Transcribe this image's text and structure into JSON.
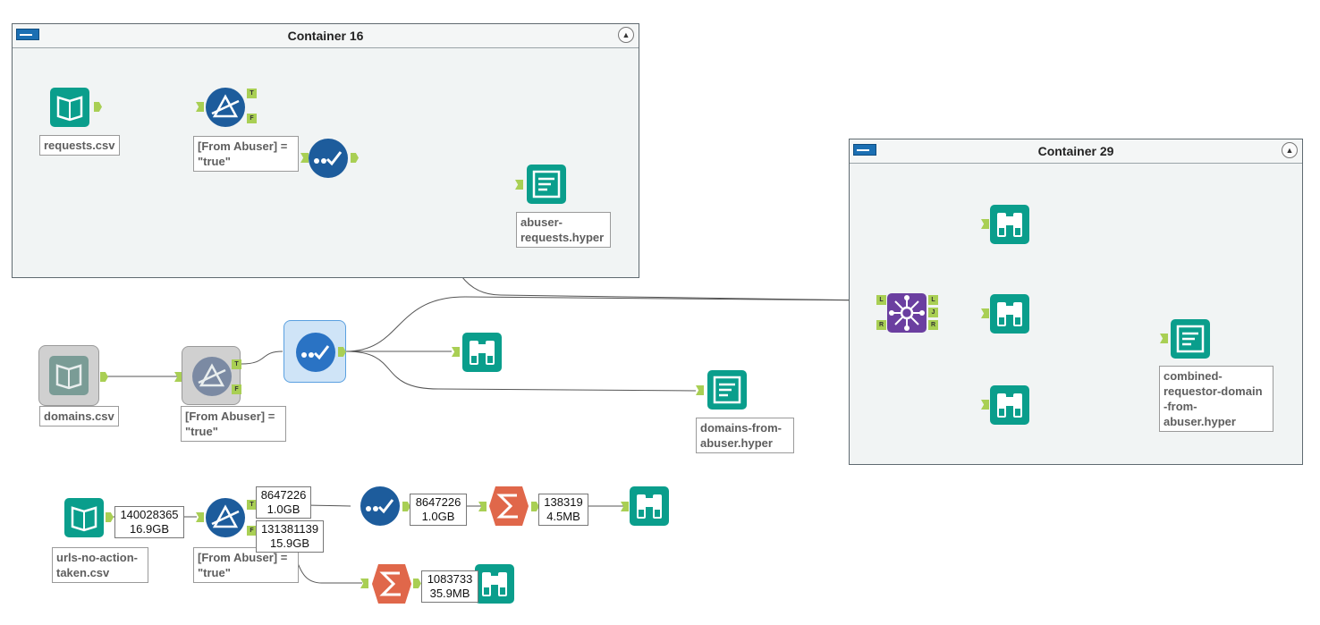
{
  "containers": {
    "c16": {
      "title": "Container 16"
    },
    "c29": {
      "title": "Container 29"
    }
  },
  "tools": {
    "requests_input": {
      "label": "requests.csv",
      "icon": "book-icon"
    },
    "filter1": {
      "label_line1": "[From Abuser] =",
      "label_line2": "\"true\"",
      "icon": "filter-icon"
    },
    "select1": {
      "icon": "select-check-icon"
    },
    "abuser_output": {
      "label_line1": "abuser-",
      "label_line2": "requests.hyper",
      "icon": "output-icon"
    },
    "domains_input": {
      "label": "domains.csv",
      "icon": "book-icon"
    },
    "filter2": {
      "label_line1": "[From Abuser] =",
      "label_line2": "\"true\"",
      "icon": "filter-icon"
    },
    "select2": {
      "icon": "select-check-icon"
    },
    "browse_mid": {
      "icon": "binoculars-icon"
    },
    "domains_output": {
      "label_line1": "domains-from-",
      "label_line2": "abuser.hyper",
      "icon": "output-icon"
    },
    "join": {
      "icon": "join-icon",
      "ports_in": [
        "L",
        "R"
      ],
      "ports_out": [
        "L",
        "J",
        "R"
      ]
    },
    "browse_c29_1": {
      "icon": "binoculars-icon"
    },
    "browse_c29_2": {
      "icon": "binoculars-icon"
    },
    "browse_c29_3": {
      "icon": "binoculars-icon"
    },
    "combined_output": {
      "label_lines": [
        "combined-",
        "requestor-domain",
        "-from-",
        "abuser.hyper"
      ],
      "icon": "output-icon"
    },
    "urls_input": {
      "label_line1": "urls-no-action-",
      "label_line2": "taken.csv",
      "icon": "book-icon"
    },
    "filter3": {
      "label_line1": "[From Abuser] =",
      "label_line2": "\"true\"",
      "icon": "filter-icon"
    },
    "select3": {
      "icon": "select-check-icon"
    },
    "summarize1": {
      "icon": "sigma-icon"
    },
    "browse_bottom1": {
      "icon": "binoculars-icon"
    },
    "summarize2": {
      "icon": "sigma-icon"
    },
    "browse_bottom2": {
      "icon": "binoculars-icon"
    }
  },
  "counts": {
    "urls_out": {
      "records": "140028365",
      "size": "16.9GB"
    },
    "filter3_true": {
      "records": "8647226",
      "size": "1.0GB"
    },
    "filter3_false": {
      "records": "131381139",
      "size": "15.9GB"
    },
    "select3_out": {
      "records": "8647226",
      "size": "1.0GB"
    },
    "summ1_out": {
      "records": "138319",
      "size": "4.5MB"
    },
    "summ2_out": {
      "records": "1083733",
      "size": "35.9MB"
    }
  },
  "ports": {
    "true": "T",
    "false": "F"
  },
  "colors": {
    "teal": "#0a9e8c",
    "navy": "#1d5c9c",
    "purple": "#6b3fa0",
    "summarize": "#e0674a",
    "anchor": "#a9cf54"
  }
}
